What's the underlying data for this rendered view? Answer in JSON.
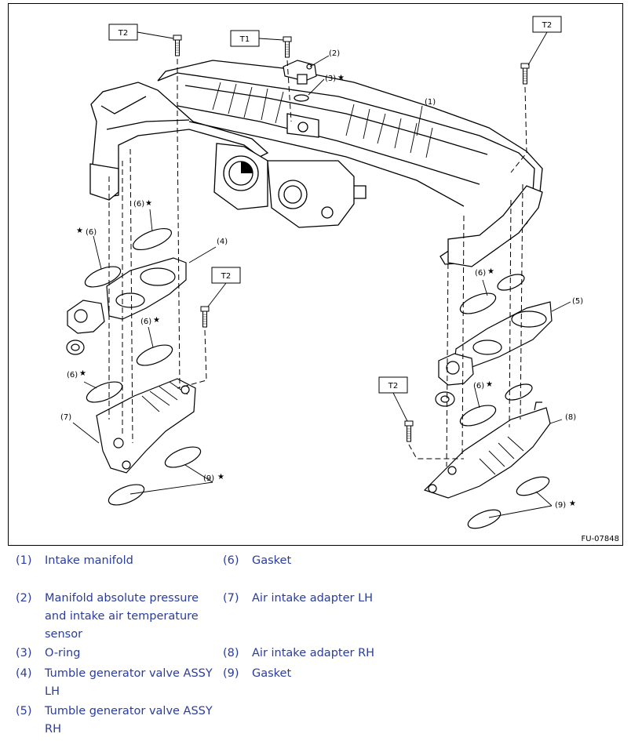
{
  "figure": {
    "id": "FU-07848",
    "torque_labels": [
      "T2",
      "T1",
      "T2",
      "T2",
      "T2"
    ],
    "callouts": [
      "(1)",
      "(2)",
      "(3)",
      "(4)",
      "(5)",
      "(6)",
      "(6)",
      "(6)",
      "(6)",
      "(6)",
      "(6)",
      "(7)",
      "(8)",
      "(9)",
      "(9)"
    ],
    "star": "★"
  },
  "legend": [
    {
      "num": "(1)",
      "text": "Intake manifold"
    },
    {
      "num": "(2)",
      "text": "Manifold absolute pressure and intake air temperature sensor"
    },
    {
      "num": "(3)",
      "text": "O-ring"
    },
    {
      "num": "(4)",
      "text": "Tumble generator valve ASSY LH"
    },
    {
      "num": "(5)",
      "text": "Tumble generator valve ASSY RH"
    },
    {
      "num": "(6)",
      "text": "Gasket"
    },
    {
      "num": "(7)",
      "text": "Air intake adapter LH"
    },
    {
      "num": "(8)",
      "text": "Air intake adapter RH"
    },
    {
      "num": "(9)",
      "text": "Gasket"
    }
  ],
  "colors": {
    "legend_text": "#2a3c9c",
    "line": "#000000"
  }
}
